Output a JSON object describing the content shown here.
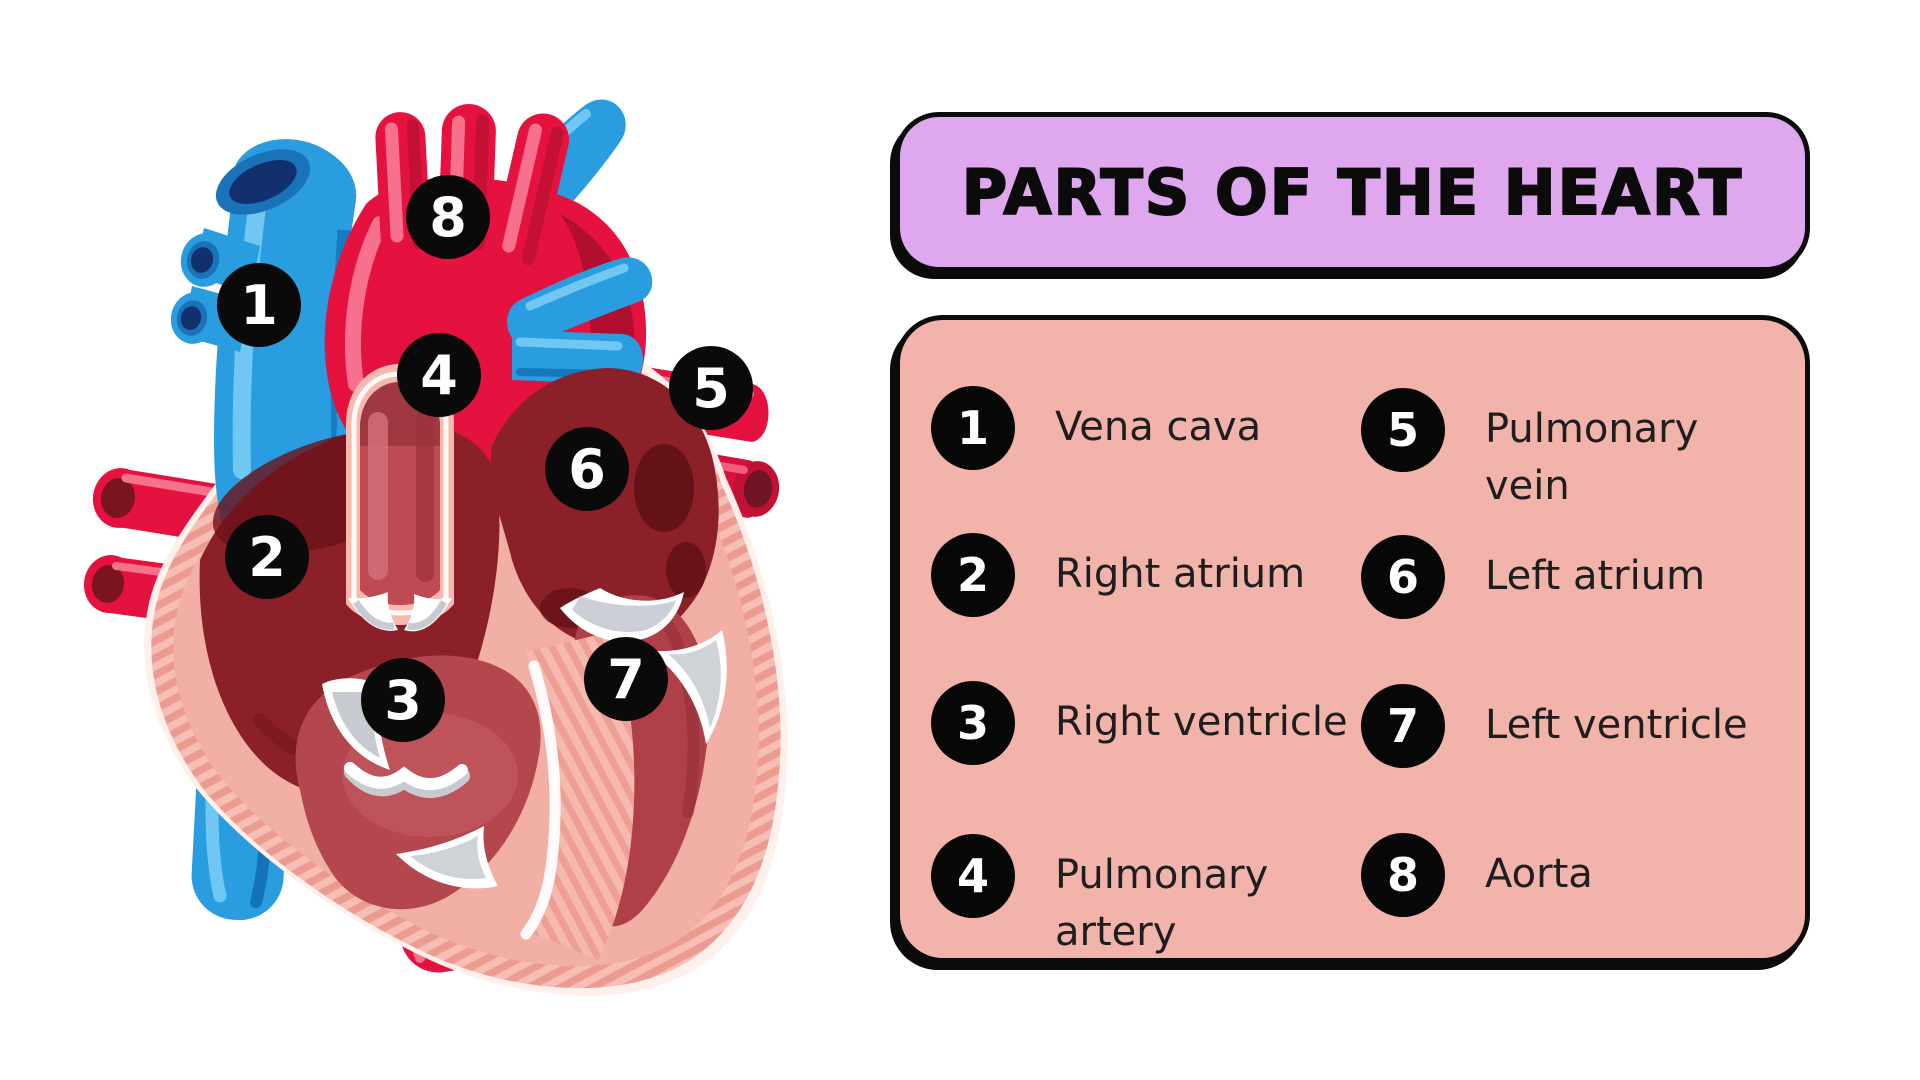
{
  "header": {
    "title": "PARTS OF THE HEART"
  },
  "legend": {
    "items": [
      {
        "number": "1",
        "label": "Vena cava"
      },
      {
        "number": "2",
        "label": "Right atrium"
      },
      {
        "number": "3",
        "label": "Right ventricle"
      },
      {
        "number": "4",
        "label": "Pulmonary\nartery"
      },
      {
        "number": "5",
        "label": "Pulmonary\nvein"
      },
      {
        "number": "6",
        "label": "Left atrium"
      },
      {
        "number": "7",
        "label": "Left ventricle"
      },
      {
        "number": "8",
        "label": "Aorta"
      }
    ]
  },
  "diagram": {
    "markers": [
      {
        "number": "1",
        "part": "Vena cava"
      },
      {
        "number": "2",
        "part": "Right atrium"
      },
      {
        "number": "3",
        "part": "Right ventricle"
      },
      {
        "number": "4",
        "part": "Pulmonary artery"
      },
      {
        "number": "5",
        "part": "Pulmonary vein"
      },
      {
        "number": "6",
        "part": "Left atrium"
      },
      {
        "number": "7",
        "part": "Left ventricle"
      },
      {
        "number": "8",
        "part": "Aorta"
      }
    ]
  },
  "colors": {
    "header_bg": "#DEA7EE",
    "panel_bg": "#F2B4AA",
    "border_black": "#0B0B0B",
    "label_text": "#1E1E1E",
    "badge_bg": "#070707",
    "badge_text": "#FFFFFF",
    "vessel_blue": "#2A9CE0",
    "vessel_blue_dark": "#1068AE",
    "vessel_red": "#E5123F",
    "heart_wall_pink": "#F8CBC2",
    "chamber_maroon": "#8C2028",
    "ventricle_red": "#B4474E"
  }
}
